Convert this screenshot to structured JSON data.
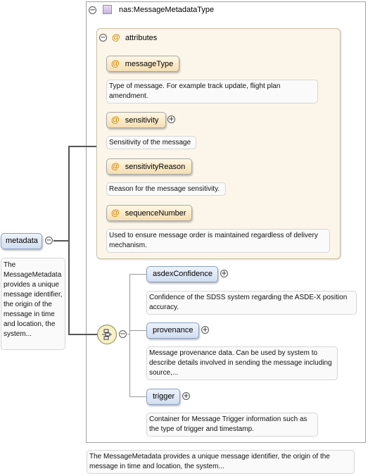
{
  "type": {
    "name": "nas:MessageMetadataType"
  },
  "attributes_group": {
    "label": "attributes",
    "items": [
      {
        "name": "messageType",
        "description": "Type of message. For example track update, flight plan amendment."
      },
      {
        "name": "sensitivity",
        "description": "Sensitivity of the message"
      },
      {
        "name": "sensitivityReason",
        "description": "Reason for the message sensitivity."
      },
      {
        "name": "sequenceNumber",
        "description": "Used to ensure message order is maintained regardless of delivery mechanism."
      }
    ]
  },
  "root": {
    "name": "metadata",
    "description": "The MessageMetadata provides a unique message identifier, the origin of the message in time and location, the system..."
  },
  "sequence": {
    "elements": [
      {
        "name": "asdexConfidence",
        "description": "Confidence of the SDSS system regarding the ASDE-X position accuracy."
      },
      {
        "name": "provenance",
        "description": "Message provenance data. Can be used by system to describe details involved in sending the message including source,..."
      },
      {
        "name": "trigger",
        "description": "Container for Message Trigger information such as the type of trigger and timestamp."
      }
    ]
  },
  "bottom_note": "The MessageMetadata provides a unique message identifier, the origin of the message in time and location, the system...",
  "icons": {
    "collapse": "⊖",
    "expand": "⊕"
  }
}
